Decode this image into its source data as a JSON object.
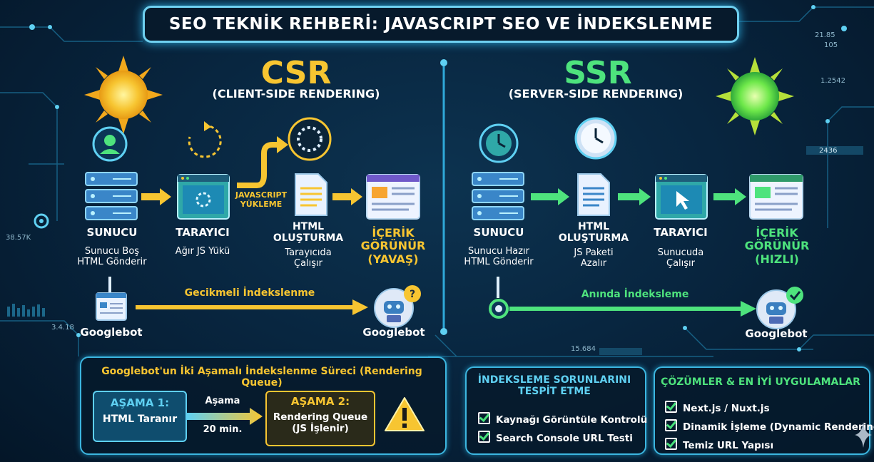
{
  "title": "SEO TEKNİK REHBERİ: JAVASCRIPT SEO VE İNDEKSLENME",
  "csr": {
    "heading": "CSR",
    "subheading": "(CLIENT-SIDE RENDERING)",
    "steps": [
      {
        "label": "SUNUCU",
        "desc1": "Sunucu Boş",
        "desc2": "HTML Gönderir"
      },
      {
        "label": "TARAYICI",
        "desc1": "Ağır JS Yükü",
        "desc2": ""
      },
      {
        "label": "HTML",
        "label2": "OLUŞTURMA",
        "desc1": "Tarayıcıda",
        "desc2": "Çalışır"
      },
      {
        "label": "İÇERİK",
        "label2": "GÖRÜNÜR",
        "label3": "(YAVAŞ)"
      }
    ],
    "js_label1": "JAVASCRIPT",
    "js_label2": "YÜKLEME",
    "googlebot_left": "Googlebot",
    "googlebot_right": "Googlebot",
    "index_label": "Gecikmeli İndekslenme"
  },
  "ssr": {
    "heading": "SSR",
    "subheading": "(SERVER-SIDE RENDERING)",
    "steps": [
      {
        "label": "SUNUCU",
        "desc1": "Sunucu Hazır",
        "desc2": "HTML Gönderir"
      },
      {
        "label": "HTML",
        "label2": "OLUŞTURMA",
        "desc1": "JS Paketi",
        "desc2": "Azalır"
      },
      {
        "label": "TARAYICI",
        "desc1": "Sunucuda",
        "desc2": "Çalışır"
      },
      {
        "label": "İÇERİK",
        "label2": "GÖRÜNÜR",
        "label3": "(HIZLI)"
      }
    ],
    "googlebot": "Googlebot",
    "index_label": "Anında İndeksleme"
  },
  "queue": {
    "title": "Googlebot'un İki Aşamalı İndekslenme Süreci (Rendering Queue)",
    "stage1_title": "AŞAMA 1:",
    "stage1_desc": "HTML Taranır",
    "arrow_top": "Aşama",
    "arrow_bottom": "20 min.",
    "stage2_title": "AŞAMA 2:",
    "stage2_desc1": "Rendering Queue",
    "stage2_desc2": "(JS İşlenir)"
  },
  "issues": {
    "title1": "İNDEKSLEME SORUNLARINI",
    "title2": "TESPİT ETME",
    "items": [
      "Kaynağı Görüntüle Kontrolü",
      "Search Console URL Testi"
    ]
  },
  "solutions": {
    "title": "ÇÖZÜMLER & EN İYİ UYGULAMALAR",
    "items": [
      "Next.js / Nuxt.js",
      "Dinamik İşleme (Dynamic Rendering)",
      "Temiz URL Yapısı"
    ]
  },
  "decor": {
    "n1": "21.85",
    "n2": "105",
    "n3": "1.2542",
    "n4": "2436",
    "n5": "38.57K",
    "n6": "3.4.18",
    "n7": "15.684"
  },
  "colors": {
    "csr": "#f7c531",
    "ssr": "#4ee37d",
    "accent": "#5fd0f2",
    "warn": "#f7c531"
  }
}
